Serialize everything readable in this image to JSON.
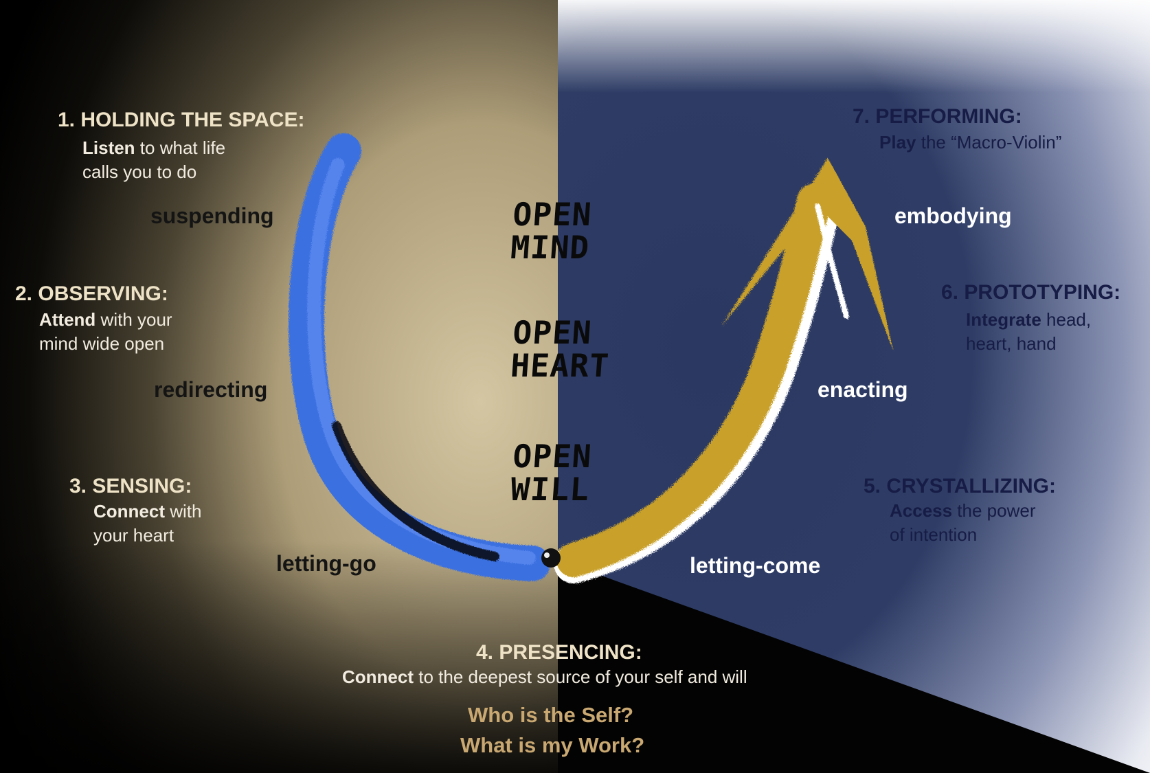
{
  "steps": {
    "s1": {
      "title": "1. HOLDING THE SPACE:",
      "strong": "Listen",
      "rest1": " to what life",
      "rest2": "calls you to do"
    },
    "s2": {
      "title": "2. OBSERVING:",
      "strong": "Attend",
      "rest1": " with your",
      "rest2": "mind wide open"
    },
    "s3": {
      "title": "3. SENSING:",
      "strong": "Connect",
      "rest1": " with",
      "rest2": "your heart"
    },
    "s4": {
      "title": "4. PRESENCING:",
      "strong": "Connect",
      "rest1": " to the deepest source of your self and will"
    },
    "s5": {
      "title": "5. CRYSTALLIZING:",
      "strong": "Access",
      "rest1": " the power",
      "rest2": "of intention"
    },
    "s6": {
      "title": "6. PROTOTYPING:",
      "strong": "Integrate",
      "rest1": " head,",
      "rest2": "heart, hand"
    },
    "s7": {
      "title": "7. PERFORMING:",
      "strong": "Play",
      "rest1": " the “Macro-Violin”"
    }
  },
  "stage_words": {
    "suspending": "suspending",
    "redirecting": "redirecting",
    "letting_go": "letting-go",
    "letting_come": "letting-come",
    "enacting": "enacting",
    "embodying": "embodying"
  },
  "openings": {
    "mind": {
      "l1": "OPEN",
      "l2": "MIND"
    },
    "heart": {
      "l1": "OPEN",
      "l2": "HEART"
    },
    "will": {
      "l1": "OPEN",
      "l2": "WILL"
    }
  },
  "questions": {
    "q1": "Who is the Self?",
    "q2": "What is my Work?"
  },
  "colors": {
    "descent_arrow": "#3b6fe0",
    "ascent_arrow": "#c9a12a",
    "left_panel": "#c8b996",
    "right_panel": "#2c3a63"
  }
}
